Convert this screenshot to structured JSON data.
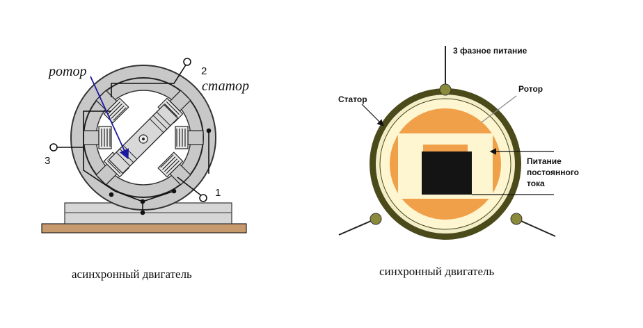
{
  "left_diagram": {
    "rotor_label": "ротор",
    "stator_label": "статор",
    "terminal_1": "1",
    "terminal_2": "2",
    "terminal_3": "3",
    "caption": "асинхронный двигатель",
    "colors": {
      "rotor_arrow": "#1a1aa0",
      "stator_ring": "#c8c8c8",
      "base_board": "#c79a6e"
    }
  },
  "right_diagram": {
    "supply_label": "3 фазное питание",
    "stator_label": "Статор",
    "rotor_label": "Ротор",
    "dc_label_line1": "Питание",
    "dc_label_line2": "постоянного",
    "dc_label_line3": "тока",
    "caption": "синхронный двигатель",
    "colors": {
      "stator_ring": "#4a4a1a",
      "rotor_orange": "#f0a048",
      "field_bg": "#fdf6d0",
      "core": "#141414"
    }
  }
}
